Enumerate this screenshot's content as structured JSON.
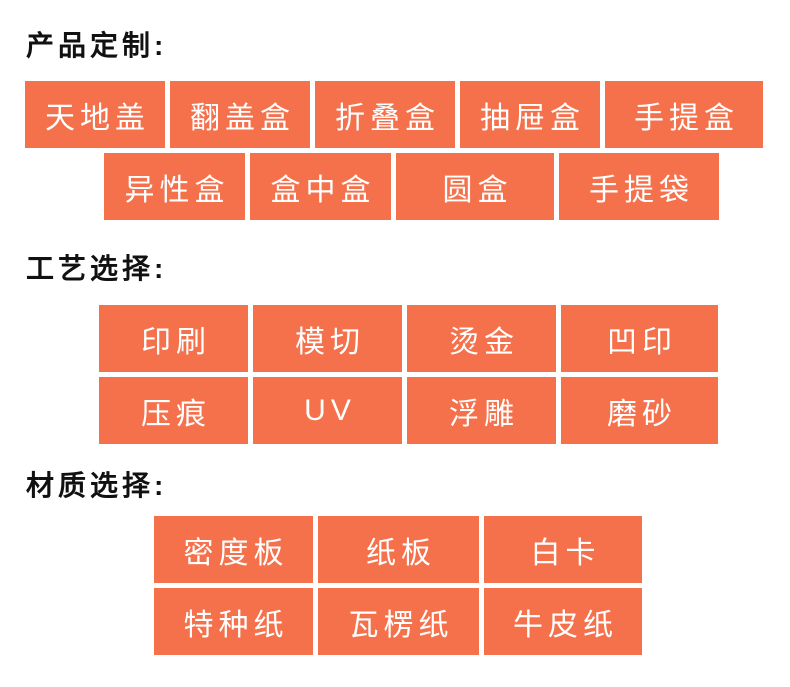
{
  "colors": {
    "accent": "#f4714c",
    "button_text": "#ffffff",
    "heading_text": "#111111",
    "page_bg": "#ffffff"
  },
  "sections": [
    {
      "heading": "产品定制:",
      "rows": [
        [
          "天地盖",
          "翻盖盒",
          "折叠盒",
          "抽屉盒",
          "手提盒"
        ],
        [
          "异性盒",
          "盒中盒",
          "圆盒",
          "手提袋"
        ]
      ]
    },
    {
      "heading": "工艺选择:",
      "rows": [
        [
          "印刷",
          "模切",
          "烫金",
          "凹印"
        ],
        [
          "压痕",
          "UV",
          "浮雕",
          "磨砂"
        ]
      ]
    },
    {
      "heading": "材质选择:",
      "rows": [
        [
          "密度板",
          "纸板",
          "白卡"
        ],
        [
          "特种纸",
          "瓦楞纸",
          "牛皮纸"
        ]
      ]
    }
  ]
}
